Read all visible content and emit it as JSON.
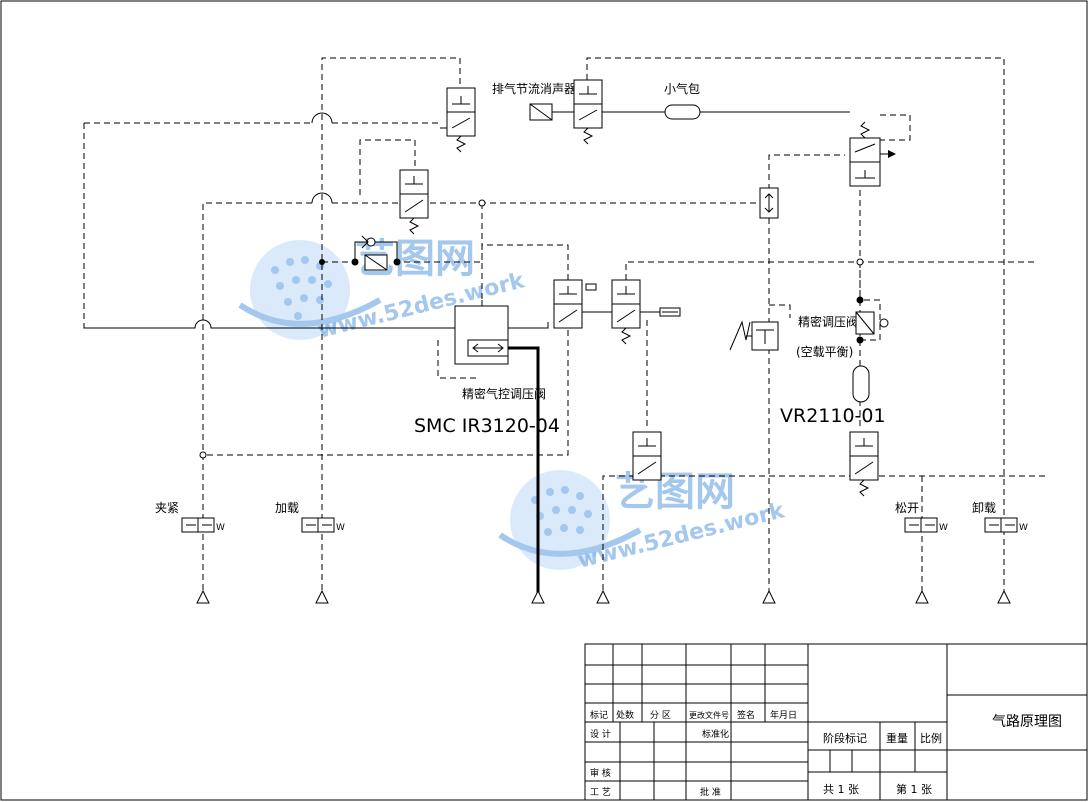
{
  "diagram": {
    "labels": {
      "exhaust_muffler": "排气节流消声器",
      "small_tank": "小气包",
      "precision_pilot_regulator": "精密气控调压阀",
      "regulator_model": "SMC IR3120-04",
      "precision_regulator": "精密调压阀",
      "no_load_balance": "(空载平衡)",
      "regulator_model_2": "VR2110-01",
      "clamp": "夹紧",
      "load": "加载",
      "release": "松开",
      "unload": "卸载"
    }
  },
  "watermark": {
    "brand": "艺图网",
    "url": "www.52des.work"
  },
  "title_block": {
    "row_labels": [
      "标记",
      "处数",
      "分 区",
      "更改文件号",
      "签名",
      "年月日"
    ],
    "designer": "设 计",
    "standardization": "标准化",
    "reviewer": "审 核",
    "process": "工 艺",
    "approval": "批 准",
    "stage_mark": "阶段标记",
    "weight": "重量",
    "scale": "比例",
    "sheets_total": "共 1 张",
    "sheet_no": "第 1 张",
    "drawing_name": "气路原理图"
  }
}
